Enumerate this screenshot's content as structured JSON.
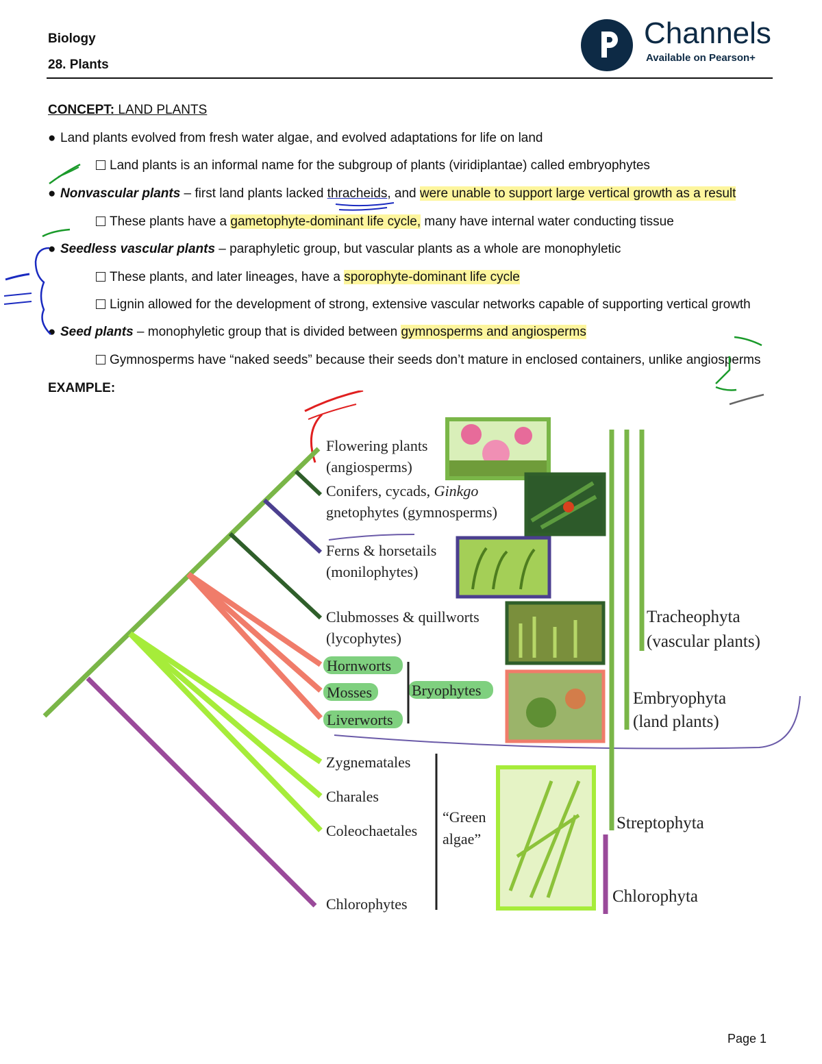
{
  "header": {
    "subject": "Biology",
    "chapter": "28. Plants"
  },
  "logo": {
    "title": "Channels",
    "subtitle": "Available on Pearson+"
  },
  "concept": {
    "label": "CONCEPT:",
    "title": "LAND PLANTS"
  },
  "lines": {
    "l1": "Land plants evolved from fresh water algae, and evolved adaptations for life on land",
    "l2": "Land plants is an informal name for the subgroup of plants (viridiplantae) called embryophytes",
    "l3_term": "Nonvascular plants",
    "l3_a": " – first land plants lacked ",
    "l3_b": "thracheids",
    "l3_c": ", and ",
    "l3_hl": "were unable to support large vertical growth as a result",
    "l4_a": "These plants have a ",
    "l4_hl": "gametophyte-dominant life cycle,",
    "l4_b": " many have internal water conducting tissue",
    "l5_term": "Seedless vascular plants",
    "l5_a": " – paraphyletic group, but vascular plants as a whole are monophyletic",
    "l6_a": "These plants, and later lineages, have a ",
    "l6_hl": "sporophyte-dominant life cycle",
    "l7": "Lignin allowed for the development of strong, extensive vascular networks capable of supporting vertical growth",
    "l8_term": "Seed plants",
    "l8_a": " – monophyletic group that is divided between ",
    "l8_hl": "gymnosperms and angiosperms",
    "l9": "Gymnosperms have “naked seeds” because their seeds don’t mature in enclosed containers, unlike angiosperms"
  },
  "example_label": "EXAMPLE:",
  "tree": {
    "taxa": {
      "flowering_1": "Flowering plants",
      "flowering_2": "(angiosperms)",
      "conifers_1": "Conifers, cycads, ",
      "conifers_ginkgo": "Ginkgo",
      "conifers_2": "gnetophytes (gymnosperms)",
      "ferns_1": "Ferns & horsetails",
      "ferns_2": "(monilophytes)",
      "club_1": "Clubmosses & quillworts",
      "club_2": "(lycophytes)",
      "hornworts": "Hornworts",
      "mosses": "Mosses",
      "liverworts": "Liverworts",
      "bryophytes": "Bryophytes",
      "zygnematales": "Zygnematales",
      "charales": "Charales",
      "coleochaetales": "Coleochaetales",
      "green_algae_1": "“Green",
      "green_algae_2": "algae”",
      "chlorophytes": "Chlorophytes"
    },
    "groups": {
      "tracheophyta_1": "Tracheophyta",
      "tracheophyta_2": "(vascular plants)",
      "embryophyta_1": "Embryophyta",
      "embryophyta_2": "(land plants)",
      "streptophyta": "Streptophyta",
      "chlorophyta": "Chlorophyta"
    },
    "colors": {
      "main": "#7ab648",
      "dark_green": "#2f5e2a",
      "purple_blue": "#4b3f8f",
      "salmon": "#f07c6a",
      "lime": "#a6ec3a",
      "violet": "#9a4a9a",
      "taxon_highlight": "#7fd07f"
    }
  },
  "footer": {
    "page": "Page 1"
  }
}
